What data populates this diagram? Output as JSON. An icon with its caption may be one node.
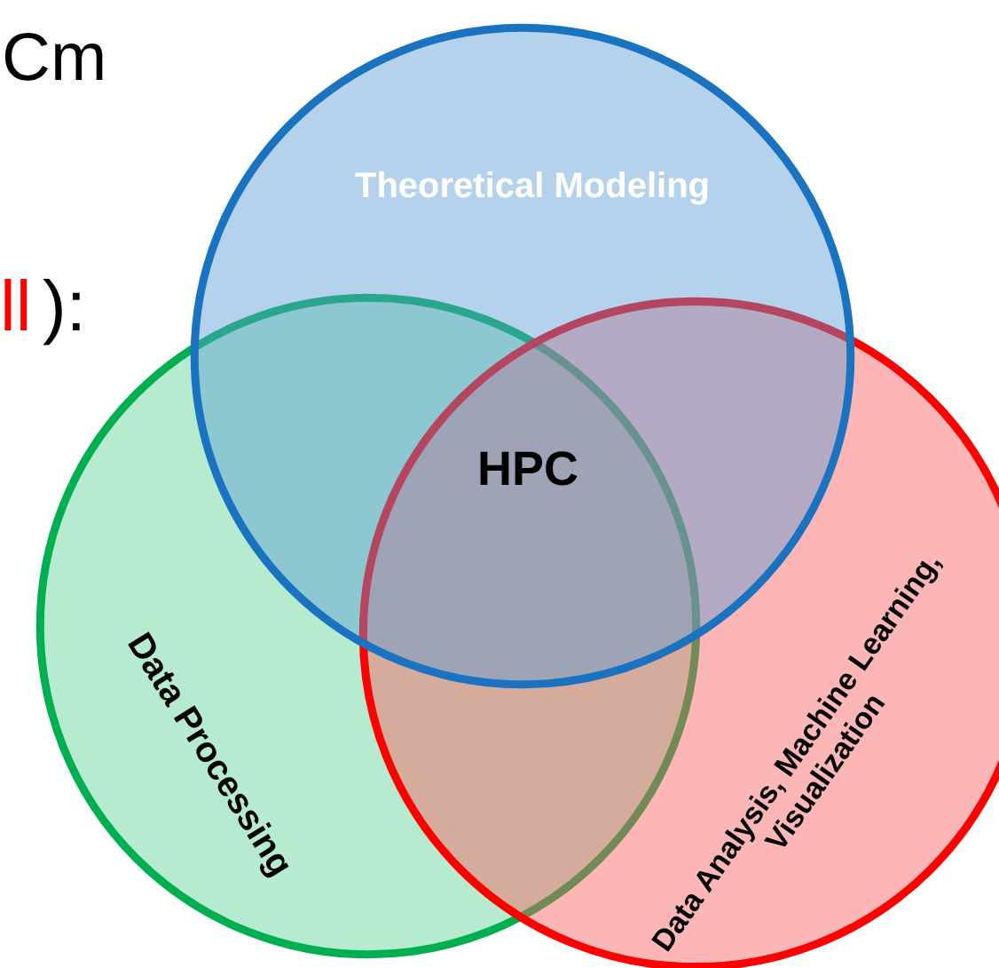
{
  "diagram": {
    "nodes": [
      {
        "text": [
          "Theoretical Modeling"
        ]
      },
      {
        "text": [
          "Data Processing"
        ]
      },
      {
        "text": [
          "Data Analysis, Machine Learning, Visualization"
        ]
      }
    ],
    "labels": [
      "Cm",
      "ll",
      "):",
      "HPC"
    ]
  }
}
